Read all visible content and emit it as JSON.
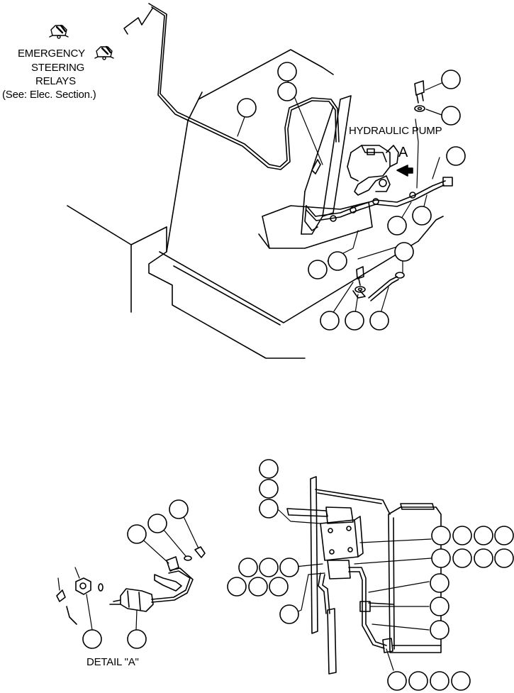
{
  "labels": {
    "emergency_line1": "EMERGENCY",
    "emergency_line2": "STEERING",
    "emergency_line3": "RELAYS",
    "emergency_line4": "(See: Elec. Section.)",
    "hydraulic_pump": "HYDRAULIC PUMP",
    "view_arrow": "A",
    "detail": "DETAIL \"A\""
  },
  "icons": [
    "bell-icon"
  ],
  "colors": {
    "ink": "#000000",
    "paper": "#ffffff"
  }
}
